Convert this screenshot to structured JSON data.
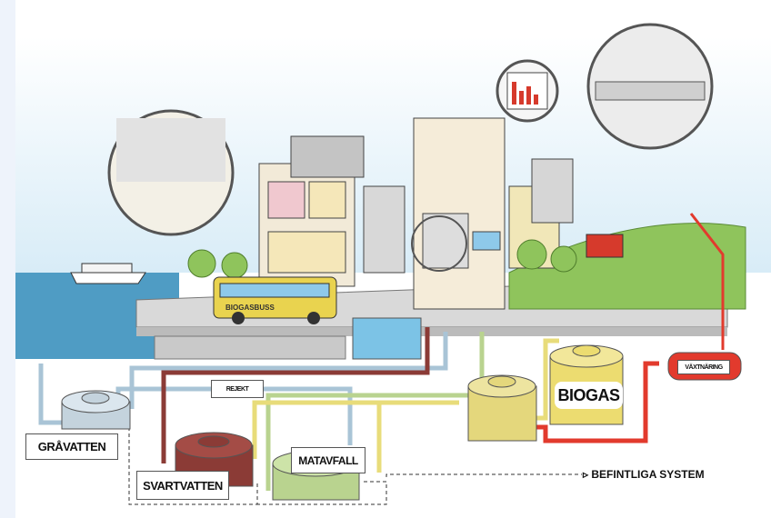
{
  "labels": {
    "gravatten": "GRÅVATTEN",
    "svartvatten": "SVARTVATTEN",
    "matavfall": "MATAVFALL",
    "biogas": "BIOGAS",
    "vaxtnaring": "VÄXTNÄRING",
    "rejekt": "REJEKT",
    "befintliga": "BEFINTLIGA SYSTEM",
    "bus": "BIOGASBUSS"
  },
  "colors": {
    "grey_water": "#a9c4d6",
    "black_water": "#8b3b36",
    "food_waste": "#b9d38f",
    "biogas": "#e8dc7a",
    "nutrient": "#e23a2d",
    "sea": "#4f9cc4"
  }
}
